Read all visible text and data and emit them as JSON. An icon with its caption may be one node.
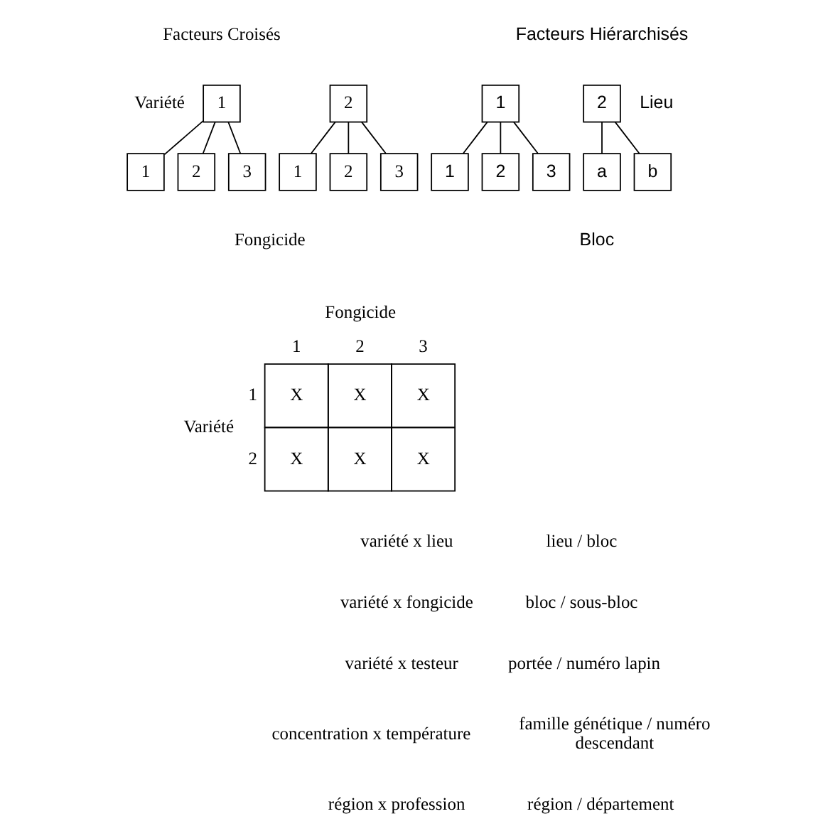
{
  "diagram": {
    "nodes": [
      {
        "text": [
          "1"
        ],
        "beside": [
          "Variété"
        ]
      },
      {
        "text": [
          "1"
        ]
      },
      {
        "text": [
          "2"
        ]
      },
      {
        "text": [
          "3"
        ]
      },
      {
        "text": [
          "2"
        ]
      },
      {
        "text": [
          "1"
        ]
      },
      {
        "text": [
          "2"
        ]
      },
      {
        "text": [
          "3"
        ]
      },
      {
        "text": [
          "1"
        ]
      },
      {
        "text": [
          "1"
        ]
      },
      {
        "text": [
          "2"
        ]
      },
      {
        "text": [
          "3"
        ]
      },
      {
        "text": [
          "2"
        ],
        "beside": [
          "Lieu"
        ]
      },
      {
        "text": [
          "a"
        ]
      },
      {
        "text": [
          "b"
        ]
      }
    ],
    "edges": [
      {
        "from": 0,
        "to": 1,
        "arrow": "none"
      },
      {
        "from": 0,
        "to": 2,
        "arrow": "none"
      },
      {
        "from": 0,
        "to": 3,
        "arrow": "none"
      },
      {
        "from": 4,
        "to": 5,
        "arrow": "none"
      },
      {
        "from": 4,
        "to": 6,
        "arrow": "none"
      },
      {
        "from": 4,
        "to": 7,
        "arrow": "none"
      },
      {
        "from": 8,
        "to": 9,
        "arrow": "none"
      },
      {
        "from": 8,
        "to": 10,
        "arrow": "none"
      },
      {
        "from": 8,
        "to": 11,
        "arrow": "none"
      },
      {
        "from": 12,
        "to": 13,
        "arrow": "none"
      },
      {
        "from": 12,
        "to": 14,
        "arrow": "none"
      }
    ],
    "labels": [
      "Facteurs Croisés",
      "Facteurs Hiérarchisés",
      "Fongicide",
      "Bloc",
      "Fongicide",
      "1",
      "2",
      "3",
      "Variété",
      "1",
      "X",
      "X",
      "X",
      "2",
      "X",
      "X",
      "X",
      "variété x lieu",
      "lieu / bloc",
      "variété x fongicide",
      "bloc / sous-bloc",
      "variété x testeur",
      "portée / numéro lapin",
      "concentration x température",
      "famille génétique / numéro descendant",
      "région x profession",
      "région / département"
    ]
  }
}
